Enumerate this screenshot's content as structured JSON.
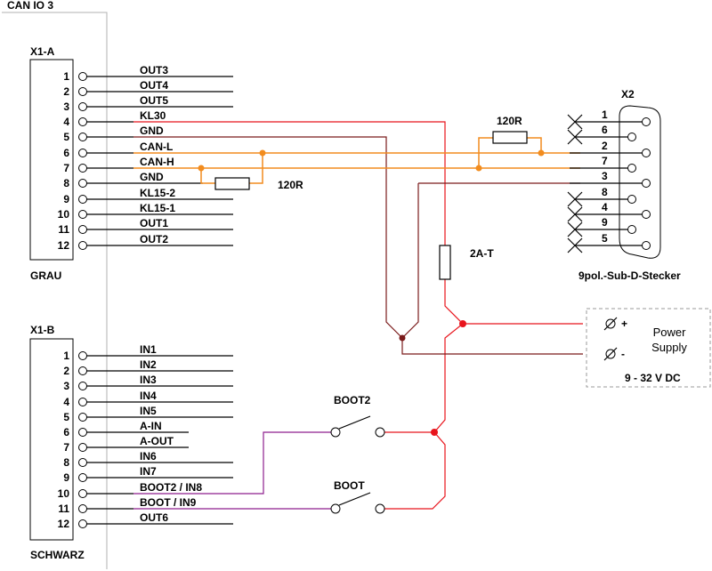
{
  "title": "CAN IO 3",
  "x1a": {
    "name": "X1-A",
    "color_label": "GRAU",
    "pins": [
      {
        "num": "1",
        "label": "OUT3"
      },
      {
        "num": "2",
        "label": "OUT4"
      },
      {
        "num": "3",
        "label": "OUT5"
      },
      {
        "num": "4",
        "label": "KL30"
      },
      {
        "num": "5",
        "label": "GND"
      },
      {
        "num": "6",
        "label": "CAN-L"
      },
      {
        "num": "7",
        "label": "CAN-H"
      },
      {
        "num": "8",
        "label": "GND"
      },
      {
        "num": "9",
        "label": "KL15-2"
      },
      {
        "num": "10",
        "label": "KL15-1"
      },
      {
        "num": "11",
        "label": "OUT1"
      },
      {
        "num": "12",
        "label": "OUT2"
      }
    ]
  },
  "x1b": {
    "name": "X1-B",
    "color_label": "SCHWARZ",
    "pins": [
      {
        "num": "1",
        "label": "IN1"
      },
      {
        "num": "2",
        "label": "IN2"
      },
      {
        "num": "3",
        "label": "IN3"
      },
      {
        "num": "4",
        "label": "IN4"
      },
      {
        "num": "5",
        "label": "IN5"
      },
      {
        "num": "6",
        "label": "A-IN"
      },
      {
        "num": "7",
        "label": "A-OUT"
      },
      {
        "num": "8",
        "label": "IN6"
      },
      {
        "num": "9",
        "label": "IN7"
      },
      {
        "num": "10",
        "label": "BOOT2 / IN8"
      },
      {
        "num": "11",
        "label": "BOOT / IN9"
      },
      {
        "num": "12",
        "label": "OUT6"
      }
    ]
  },
  "x2": {
    "name": "X2",
    "caption": "9pol.-Sub-D-Stecker",
    "pins": [
      "1",
      "6",
      "2",
      "7",
      "3",
      "8",
      "4",
      "9",
      "5"
    ]
  },
  "resistor_left": "120R",
  "resistor_right": "120R",
  "fuse": "2A-T",
  "power_supply": {
    "line1": "Power",
    "line2": "Supply",
    "voltage": "9 - 32 V DC",
    "plus": "+",
    "minus": "-"
  },
  "boot2_label": "BOOT2",
  "boot_label": "BOOT",
  "colors": {
    "red": "#e8141c",
    "orange": "#f28c1e",
    "brown": "#7a1a1a",
    "purple": "#8e1f8e"
  }
}
